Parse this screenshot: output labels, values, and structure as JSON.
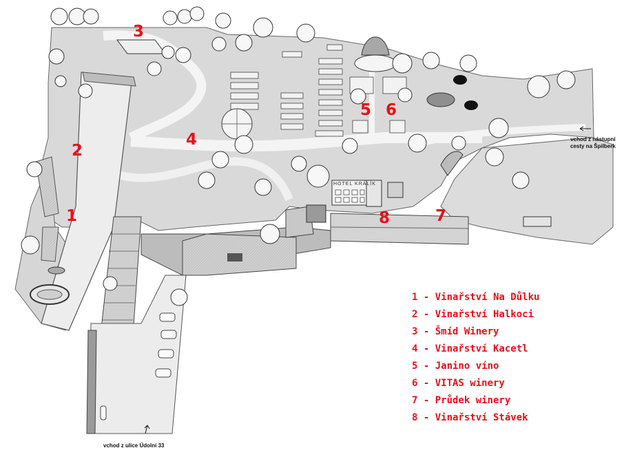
{
  "markers": [
    {
      "number": "1",
      "name": "Vinařství Na Důlku"
    },
    {
      "number": "2",
      "name": "Vinařství Halkoci"
    },
    {
      "number": "3",
      "name": "Šmíd Winery"
    },
    {
      "number": "4",
      "name": "Vinařství Kacetl"
    },
    {
      "number": "5",
      "name": "Janino víno"
    },
    {
      "number": "6",
      "name": "VITAS winery"
    },
    {
      "number": "7",
      "name": "Průdek winery"
    },
    {
      "number": "8",
      "name": "Vinařství Stávek"
    }
  ],
  "legend": [
    "1 - Vinařství Na Důlku",
    "2 - Vinařství Halkoci",
    "3 - Šmíd Winery",
    "4 - Vinařství Kacetl",
    "5 - Janino víno",
    "6 - VITAS winery",
    "7 - Průdek winery",
    "8 - Vinařství Stávek"
  ],
  "entrances": {
    "spilberk_line1": "vchod z nástupní",
    "spilberk_line2": "cesty na Špilberk",
    "udolni": "vchod z ulice Údolní 33"
  },
  "hotel_sign": "HOTEL KRÁLÍK",
  "colors": {
    "marker": "#e8101a",
    "ground": "#d8d8d8",
    "path": "#f4f4f4"
  }
}
